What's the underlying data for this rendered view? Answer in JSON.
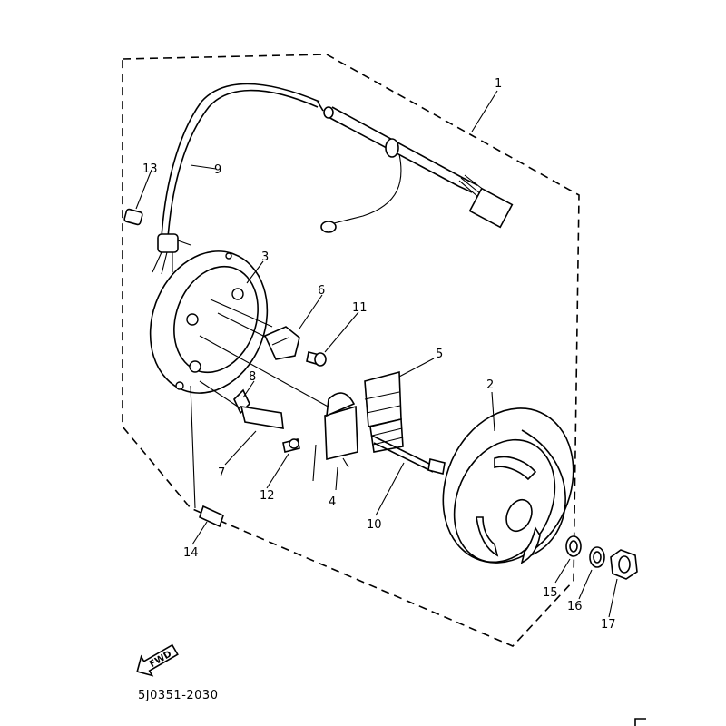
{
  "diagram": {
    "callouts": [
      "1",
      "2",
      "3",
      "4",
      "5",
      "6",
      "7",
      "8",
      "9",
      "10",
      "11",
      "12",
      "13",
      "14",
      "15",
      "16",
      "17"
    ],
    "fwd_label": "FWD",
    "drawing_code": "5J0351-2030"
  }
}
